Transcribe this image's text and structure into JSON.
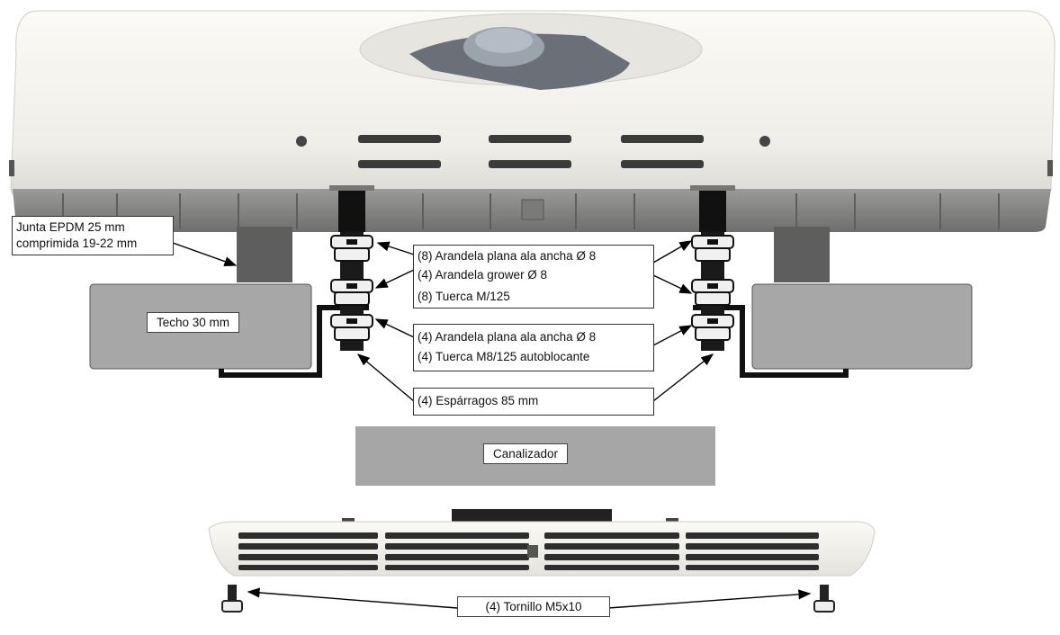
{
  "labels": {
    "gasket": [
      "Junta EPDM 25 mm",
      "comprimida 19-22 mm"
    ],
    "upper_group": [
      "(8) Arandela plana ala ancha Ø 8",
      "(4) Arandela grower Ø 8",
      "(8) Tuerca M/125"
    ],
    "lower_group": [
      "(4) Arandela plana ala ancha Ø 8",
      "(4) Tuerca M8/125 autoblocante"
    ],
    "studs": "(4) Espárragos 85 mm",
    "roof": "Techo 30 mm",
    "duct": "Canalizador",
    "screws": "(4) Tornillo M5x10"
  },
  "colors": {
    "unit_body": "#f4f3ee",
    "unit_base": "#8a8a88",
    "roof_panel": "#a6a6a6",
    "fastener": "#1a1a1a",
    "arrow": "#000000"
  }
}
